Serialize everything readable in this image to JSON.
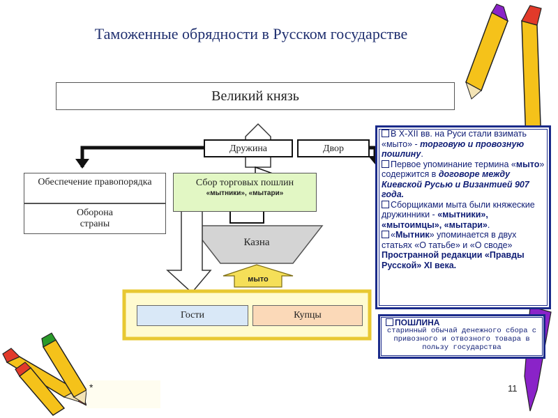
{
  "slide": {
    "title": "Таможенные обрядности в Русском государстве",
    "page_number": "11",
    "footnote_marker": "*"
  },
  "diagram": {
    "grand_prince": "Великий князь",
    "druzhina": "Дружина",
    "dvor": "Двор",
    "law_order": "Обеспечение правопорядка",
    "defense": "Оборона страны",
    "duty_collection": "Сбор торговых пошлин",
    "collectors": "«мытники», «мытари»",
    "treasury": "Казна",
    "myto": "мыто",
    "guests": "Гости",
    "merchants": "Купцы"
  },
  "info_panel": {
    "p1_a": "В Х-XII вв. на Руси стали взимать «мыто» - ",
    "p1_b": "торговую и провозную пошлину",
    "p1_c": ".",
    "p2_a": "Первое упоминание термина «",
    "p2_b": "мыто",
    "p2_c": "» содержится в ",
    "p2_d": "договоре между Киевской Русью и Византией 907 года.",
    "p3_a": "Сборщиками мыта были княжеские дружинники - ",
    "p3_b": "«мытники», «мытоимцы», «мытари»",
    "p3_c": ".",
    "p4_a": "«",
    "p4_b": "Мытник",
    "p4_c": "» упоминается в двух статьях «О татьбе» и «О своде» ",
    "p4_d": "Пространной редакции «Правды Русской» XI века."
  },
  "definition": {
    "term": "ПОШЛИНА",
    "text": "старинный обычай денежного сбора с привозного и отвозного товара в пользу государства"
  },
  "colors": {
    "title": "#1f2f6f",
    "panel_border": "#1a2a8a",
    "duty_box": "#e2f7c4",
    "people_bar": "#fffbd0",
    "people_bar_border": "#e8c832",
    "guests_fill": "#d9e8f7",
    "merchants_fill": "#fbd9b8",
    "pencil_yellow": "#f5c21a",
    "pencil_purple": "#8a23c8",
    "pencil_red": "#e23a2a"
  }
}
